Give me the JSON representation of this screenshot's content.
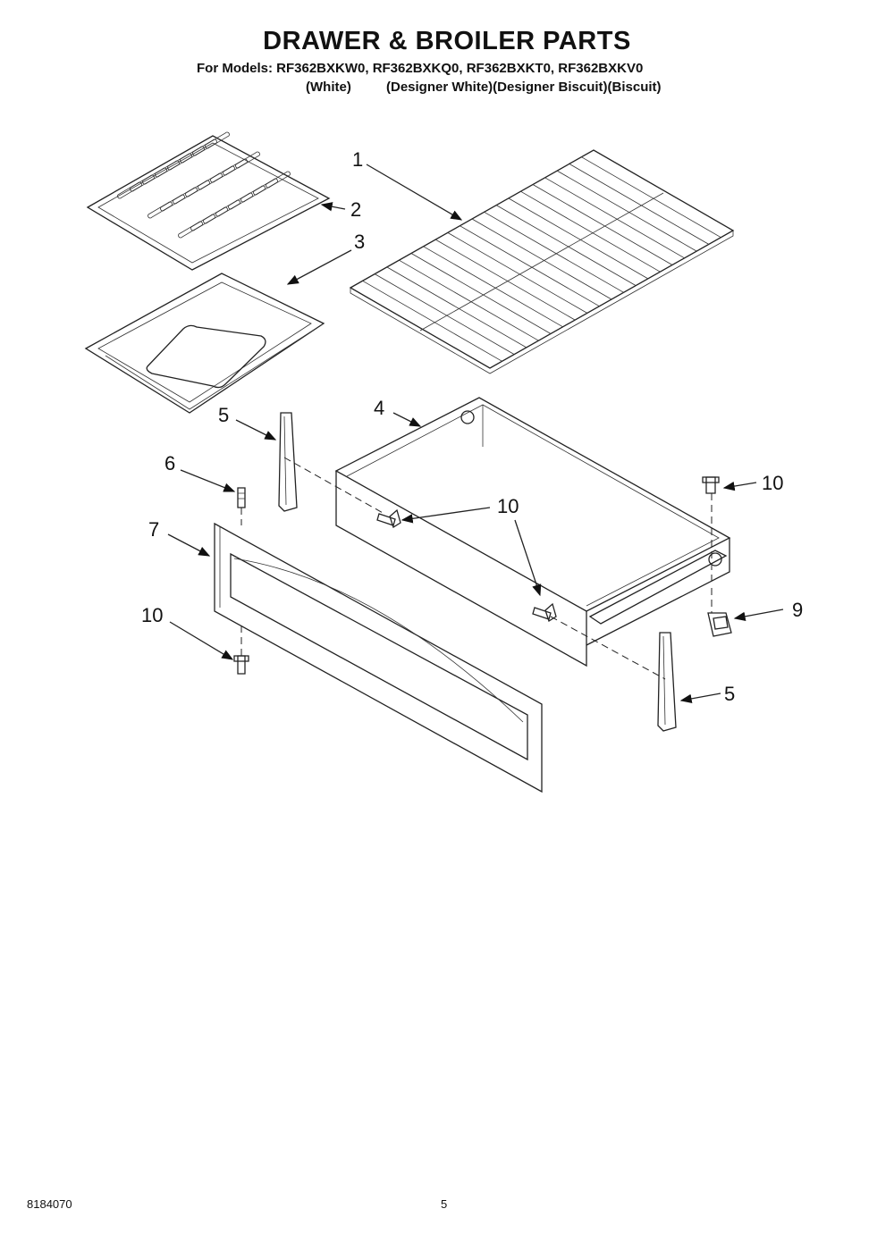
{
  "header": {
    "title": "DRAWER & BROILER PARTS",
    "models_line": "For Models: RF362BXKW0, RF362BXKQ0, RF362BXKT0, RF362BXKV0",
    "variants": [
      "(White)",
      "(Designer White)(Designer Biscuit)(Biscuit)"
    ]
  },
  "callouts": [
    {
      "id": "c1",
      "label": "1"
    },
    {
      "id": "c2",
      "label": "2"
    },
    {
      "id": "c3",
      "label": "3"
    },
    {
      "id": "c4",
      "label": "4"
    },
    {
      "id": "c5a",
      "label": "5"
    },
    {
      "id": "c5b",
      "label": "5"
    },
    {
      "id": "c6",
      "label": "6"
    },
    {
      "id": "c7",
      "label": "7"
    },
    {
      "id": "c9",
      "label": "9"
    },
    {
      "id": "c10a",
      "label": "10"
    },
    {
      "id": "c10b",
      "label": "10"
    },
    {
      "id": "c10c",
      "label": "10"
    }
  ],
  "footer": {
    "doc_number": "8184070",
    "page_number": "5"
  }
}
